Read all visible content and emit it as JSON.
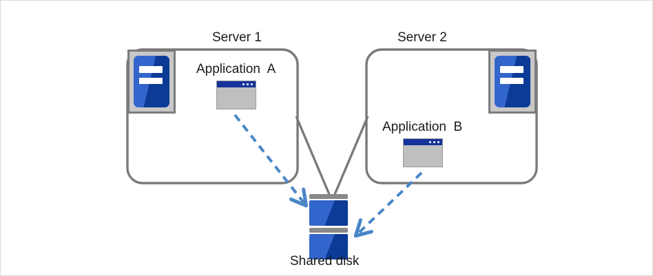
{
  "diagram": {
    "title_present": false,
    "background": "#ffffff",
    "frame_color": "#dcdcdc",
    "colors": {
      "box_border": "#7a7a7a",
      "connector": "#7a7a7a",
      "arrow": "#4a86c8",
      "icon_blue_light": "#3366cc",
      "icon_blue_dark": "#0b3b96",
      "icon_tray": "#c8c8c8",
      "window_body": "#bfbfbf",
      "window_titlebar": "#15339b",
      "disk_cap": "#888888",
      "text": "#1a1a1a"
    },
    "servers": [
      {
        "id": "server-1",
        "label": "Server 1",
        "app_label": "Application  A",
        "icon_name": "server-chassis-icon",
        "icon_position": "top-left",
        "window_icon_name": "application-window-icon"
      },
      {
        "id": "server-2",
        "label": "Server 2",
        "app_label": "Application  B",
        "icon_name": "server-chassis-icon",
        "icon_position": "top-right",
        "window_icon_name": "application-window-icon"
      }
    ],
    "storage": {
      "id": "shared-disk",
      "label": "Shared disk",
      "icon_name": "disk-stack-icon",
      "units": 2
    },
    "connections": [
      {
        "id": "server1-to-disk-link",
        "from": "server-1",
        "to": "shared-disk",
        "style": "solid",
        "color": "#7a7a7a",
        "arrowhead": false
      },
      {
        "id": "server2-to-disk-link",
        "from": "server-2",
        "to": "shared-disk",
        "style": "solid",
        "color": "#7a7a7a",
        "arrowhead": false
      },
      {
        "id": "appA-to-disk-access",
        "from": "Application  A",
        "to": "shared-disk",
        "style": "dashed",
        "color": "#4a86c8",
        "arrowhead": true
      },
      {
        "id": "appB-to-disk-access",
        "from": "Application  B",
        "to": "shared-disk",
        "style": "dashed",
        "color": "#4a86c8",
        "arrowhead": true
      }
    ]
  }
}
